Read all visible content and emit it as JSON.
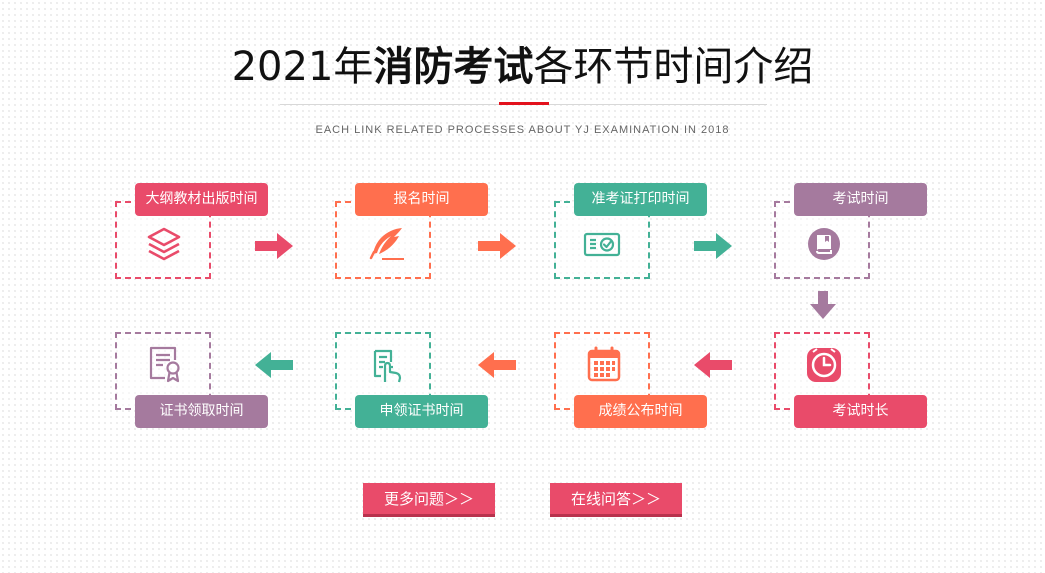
{
  "header": {
    "title_year": "2021年",
    "title_bold": "消防考试",
    "title_rest": "各环节时间介绍",
    "subtitle": "EACH LINK RELATED PROCESSES ABOUT YJ EXAMINATION IN 2018"
  },
  "colors": {
    "pink": "#e94b6a",
    "orange": "#ff6f4e",
    "teal": "#43b196",
    "purple": "#a57a9e",
    "red_accent": "#e3121d"
  },
  "steps": [
    {
      "label": "大纲教材出版时间",
      "icon": "stack-layers-icon",
      "color": "#e94b6a"
    },
    {
      "label": "报名时间",
      "icon": "quill-pen-icon",
      "color": "#ff6f4e"
    },
    {
      "label": "准考证打印时间",
      "icon": "admission-ticket-icon",
      "color": "#43b196"
    },
    {
      "label": "考试时间",
      "icon": "book-icon",
      "color": "#a57a9e"
    },
    {
      "label": "考试时长",
      "icon": "clock-icon",
      "color": "#e94b6a"
    },
    {
      "label": "成绩公布时间",
      "icon": "calendar-icon",
      "color": "#ff6f4e"
    },
    {
      "label": "申领证书时间",
      "icon": "hand-document-icon",
      "color": "#43b196"
    },
    {
      "label": "证书领取时间",
      "icon": "certificate-icon",
      "color": "#a57a9e"
    }
  ],
  "buttons": {
    "more_questions": "更多问题＞＞",
    "online_qa": "在线问答＞＞"
  }
}
